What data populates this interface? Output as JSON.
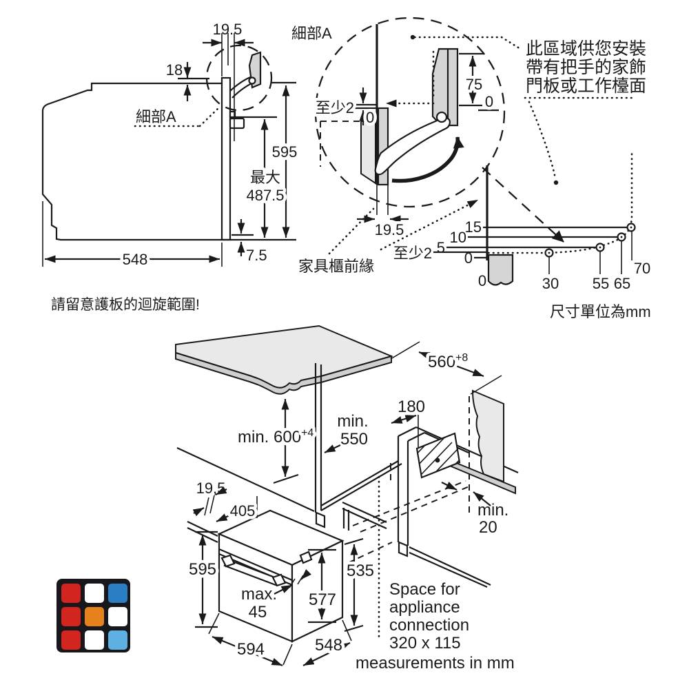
{
  "page": {
    "background": "#ffffff",
    "ink": "#1a1a1a"
  },
  "side_view": {
    "dim_top_gap": "19.5",
    "dim_top_inset": "18",
    "detail_label": "細部A",
    "dim_height": "595",
    "max_prefix": "最大",
    "dim_max_swivel": "487.5",
    "dim_depth": "548",
    "dim_bottom_gap": "7.5",
    "caution": "請留意護板的迴旋範圍!"
  },
  "detail_view": {
    "title": "細部A",
    "min_gap": "至少2",
    "zero_door": "0",
    "dim_door_rise": "75",
    "zero_handle": "0",
    "dim_gap": "19.5",
    "furniture_edge_label": "家具櫃前緣",
    "annotation_line1": "此區域供您安裝",
    "annotation_line2": "帶有把手的家飾",
    "annotation_line3": "門板或工作檯面",
    "units_note": "尺寸單位為mm"
  },
  "chart_data": {
    "type": "line",
    "x": [
      0,
      30,
      55,
      65,
      70
    ],
    "y": [
      2,
      2,
      5,
      10,
      15
    ],
    "x_tick_labels": [
      "0",
      "30",
      "55",
      "65",
      "70"
    ],
    "y_tick_labels": [
      "0",
      "至少2",
      "5",
      "10",
      "15"
    ],
    "min_gap_label": "至少2",
    "units": "mm",
    "line_style": "dotted",
    "marker": "open-circle",
    "grid": false
  },
  "installation_view": {
    "dim_niche_width": "560",
    "dim_niche_width_tol": "+8",
    "dim_niche_height": "min. 600",
    "dim_niche_height_tol": "+4",
    "niche_depth_prefix": "min.",
    "dim_niche_depth": "550",
    "dim_vent_offset": "180",
    "rear_gap_prefix": "min.",
    "dim_rear_gap": "20",
    "dim_door_gap": "19,5",
    "dim_top_depth": "405",
    "dim_oven_height": "595",
    "handle_prefix": "max.",
    "dim_handle": "45",
    "dim_oven_width": "594",
    "dim_oven_depth": "548",
    "dim_body_height": "577",
    "dim_inner_height": "535",
    "connection_line1": "Space for",
    "connection_line2": "appliance",
    "connection_line3": "connection",
    "connection_line4": "320 x 115",
    "units_note": "measurements in mm"
  },
  "logo": {
    "background": "#17171c",
    "tiles": [
      "#d2251f",
      "#ffffff",
      "#2a7fc4",
      "#d2251f",
      "#e5821c",
      "#ffffff",
      "#d2251f",
      "#ffffff",
      "#5fb0e2"
    ]
  }
}
